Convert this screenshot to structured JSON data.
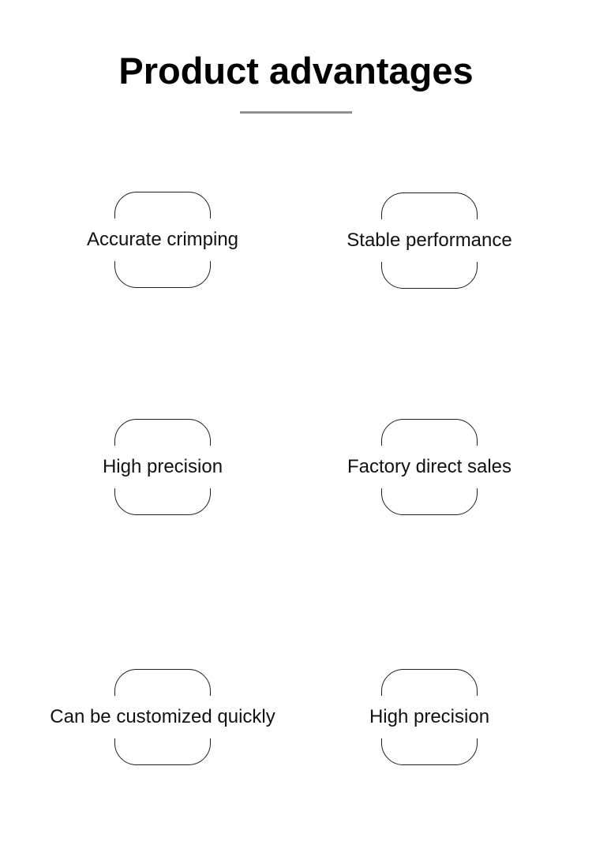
{
  "header": {
    "title": "Product advantages"
  },
  "items": [
    {
      "label": "Accurate crimping"
    },
    {
      "label": "Stable performance"
    },
    {
      "label": "High precision"
    },
    {
      "label": "Factory direct sales"
    },
    {
      "label": "Can be customized quickly"
    },
    {
      "label": "High precision"
    }
  ],
  "colors": {
    "title_text": "#000000",
    "label_text": "#111111",
    "outline": "#1f1f1f",
    "divider": "#909090",
    "background": "#ffffff"
  }
}
